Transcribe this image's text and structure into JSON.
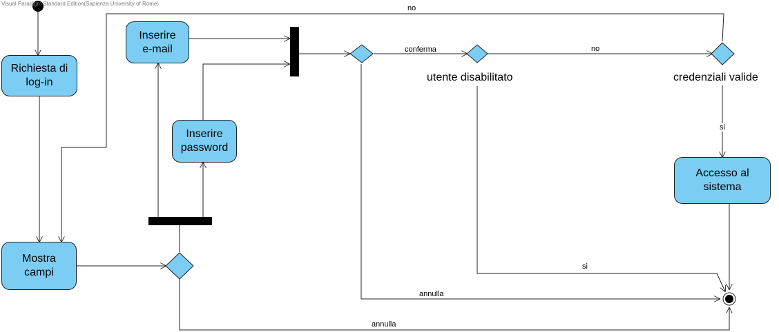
{
  "watermark": "Visual Paradigm Standard Edition(Sapienza University of Rome)",
  "actions": {
    "richiesta": {
      "line1": "Richiesta di",
      "line2": "log-in"
    },
    "email": {
      "line1": "Inserire",
      "line2": "e-mail"
    },
    "password": {
      "line1": "Inserire",
      "line2": "password"
    },
    "mostra": {
      "line1": "Mostra",
      "line2": "campi"
    },
    "accesso": {
      "line1": "Accesso al",
      "line2": "sistema"
    }
  },
  "decisions": {
    "disabilitato": "utente disabilitato",
    "credenziali": "credenziali valide"
  },
  "flows": {
    "conferma": "conferma",
    "no_disabilitato": "no",
    "no_credenziali": "no",
    "si_credenziali": "si",
    "si_disabilitato": "si",
    "annulla_top": "annulla",
    "annulla_bottom": "annulla"
  },
  "colors": {
    "action_fill": "#7ccdf3",
    "decision_fill": "#7ccdf3",
    "stroke": "#222222"
  }
}
